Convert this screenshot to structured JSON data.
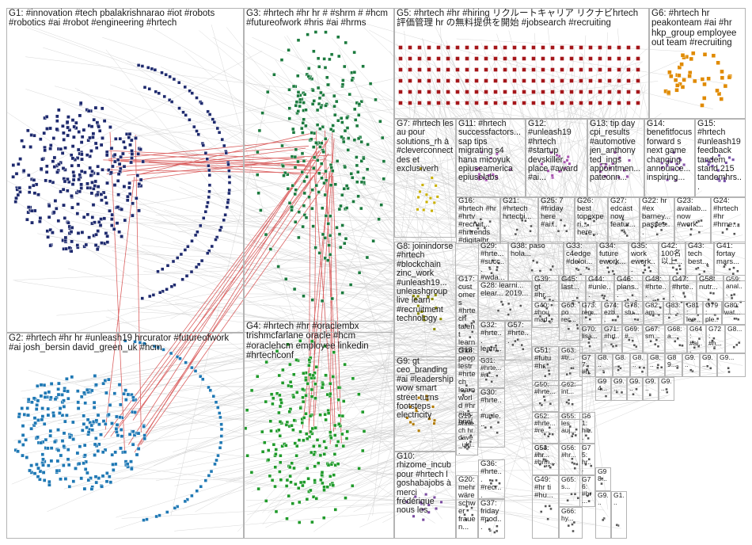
{
  "groups": [
    {
      "id": "G1",
      "label": "G1: #innovation #tech pbalakrishnarao #iot #robots #robotics #ai #robot #engineering #hrtech",
      "color": "#1e2a6e"
    },
    {
      "id": "G2",
      "label": "G2: #hrtech #hr hr #unleash19 hrcurator #futureofwork #ai josh_bersin david_green_uk #hcm",
      "color": "#1f78b4"
    },
    {
      "id": "G3",
      "label": "G3: #hrtech #hr hr # #shrm # #hcm #futureofwork #hris #ai #hrms",
      "color": "#1b7a3e"
    },
    {
      "id": "G4",
      "label": "G4: #hrtech #hr #oraclembx trishmcfarlane oracle #hcm #oraclehcm employee linkedin #hrtechconf",
      "color": "#1f9a2a"
    },
    {
      "id": "G5",
      "label": "G5: #hrtech #hr #hiring リクルートキャリア リクナビhrtech 評価管理 hr の無料提供を開始 #jobsearch #recruiting",
      "color": "#a4161a"
    },
    {
      "id": "G6",
      "label": "G6: #hrtech hr peakonteam #ai #hr hkp_group employee out team #recruiting",
      "color": "#e08a00"
    },
    {
      "id": "G7",
      "label": "G7: #hrtech les au pour solutions_rh à #cleverconnect des et exclusiverh",
      "color": "#c9b000"
    },
    {
      "id": "G8",
      "label": "G8: joinindorse #hrtech #blockchain zinc_work #unleash19... unleashgroup live learn #recruitment technology",
      "color": "#8c8c00"
    },
    {
      "id": "G9",
      "label": "G9: gt ceo_branding #ai #leadership wow smart street turns footsteps electricity",
      "color": "#b07a00"
    },
    {
      "id": "G10",
      "label": "G10: rhizome_incub pour #hrtech l goshabajobs à merci frédérique nous les",
      "color": "#7a4aa0"
    },
    {
      "id": "G11",
      "label": "G11: #hrtech successfactors... sap tips migrating s4 hana micoyuk epiuseamerica epiuselabs",
      "color": "#b565c0"
    },
    {
      "id": "G12",
      "label": "G12: #unleash19 #hrtech #startup devskiller place #award #ai...",
      "color": "#a855b0"
    },
    {
      "id": "G13",
      "label": "G13: tip day cpi_results #automotive jen_anthony ted_ings appointmen... pateonn...",
      "color": "#9a55aa"
    },
    {
      "id": "G14",
      "label": "G14: benefitfocus forward s next game changing announce... inspiring...",
      "color": "#8855aa"
    },
    {
      "id": "G15",
      "label": "G15: #hrtech #unleash19 feedback tandem stand 215 tandemhrs...",
      "color": "#7a55aa"
    },
    {
      "id": "G16",
      "label": "G16: #hrtech #hr #hrtv #recruit... #hrtrends #digitalhr hrtechval...",
      "color": "#888"
    },
    {
      "id": "G17",
      "label": "G17: customers #hrtech talent learn choice...",
      "color": "#888"
    },
    {
      "id": "G18",
      "label": "G18: peoplestr #hrtech learn world #hr #technol...",
      "color": "#888"
    },
    {
      "id": "G19",
      "label": "G19: #hrtech hr dave_ulri... hrtechkn... amcdonn...",
      "color": "#888"
    },
    {
      "id": "G20",
      "label": "G20: mehr wäre schwer frauen...",
      "color": "#888"
    },
    {
      "id": "G21",
      "label": "G21: #hrtech hrtechi...",
      "color": "#888"
    },
    {
      "id": "G22",
      "label": "G22: hr #ex barney... passes...",
      "color": "#888"
    },
    {
      "id": "G23",
      "label": "G23: availab... now #work...",
      "color": "#888"
    },
    {
      "id": "G24",
      "label": "G24: #hrtech #hr #hrne...",
      "color": "#888"
    },
    {
      "id": "G25",
      "label": "G25: 7 #friday here #ai...",
      "color": "#888"
    },
    {
      "id": "G26",
      "label": "G26: best topexperi... here...",
      "color": "#888"
    },
    {
      "id": "G27",
      "label": "G27: edcast now featur...",
      "color": "#888"
    },
    {
      "id": "G28",
      "label": "G28: learni... elear... 2019...",
      "color": "#888"
    },
    {
      "id": "G29",
      "label": "G29: #hrte... #succ... #wda...",
      "color": "#888"
    },
    {
      "id": "G30",
      "label": "G30: #hrte... #unle...",
      "color": "#888"
    },
    {
      "id": "G31",
      "label": "G31: #hrte... #rt...",
      "color": "#888"
    },
    {
      "id": "G32",
      "label": "G32: #hrte... learn...",
      "color": "#888"
    },
    {
      "id": "G33",
      "label": "G33: c4edge #deloi...",
      "color": "#888"
    },
    {
      "id": "G34",
      "label": "G34: future ework...",
      "color": "#888"
    },
    {
      "id": "G35",
      "label": "G35: work ework...",
      "color": "#888"
    },
    {
      "id": "G36",
      "label": "G36: #hrte... #recr...",
      "color": "#888"
    },
    {
      "id": "G37",
      "label": "G37: friday #pod...",
      "color": "#888"
    },
    {
      "id": "G38",
      "label": "G38: paso hola...",
      "color": "#888"
    },
    {
      "id": "G39",
      "label": "G39: gt #hr...",
      "color": "#888"
    },
    {
      "id": "G40",
      "label": "G40: #hou mad...",
      "color": "#888"
    },
    {
      "id": "G41",
      "label": "G41: fortay mars...",
      "color": "#888"
    },
    {
      "id": "G42",
      "label": "G42: 100名 以上...",
      "color": "#888"
    },
    {
      "id": "G43",
      "label": "G43: tech best...",
      "color": "#888"
    },
    {
      "id": "G44",
      "label": "G44: #unle...",
      "color": "#888"
    },
    {
      "id": "G45",
      "label": "G45: last...",
      "color": "#888"
    },
    {
      "id": "G46",
      "label": "G46: plans...",
      "color": "#888"
    },
    {
      "id": "G47",
      "label": "G47: #hrte...",
      "color": "#888"
    },
    {
      "id": "G48",
      "label": "G48: #hrte...",
      "color": "#888"
    },
    {
      "id": "G49",
      "label": "G49: #hr ti #hu...",
      "color": "#888"
    },
    {
      "id": "G50",
      "label": "G50: #hrte...",
      "color": "#888"
    },
    {
      "id": "G51",
      "label": "G51: #futu #hr...",
      "color": "#888"
    },
    {
      "id": "G52",
      "label": "G52: #hrte... #re...",
      "color": "#888"
    },
    {
      "id": "G53",
      "label": "G53: #hr...",
      "color": "#888"
    },
    {
      "id": "G54",
      "label": "G54: #hr #hrm...",
      "color": "#888"
    },
    {
      "id": "G55",
      "label": "G55: les auj...",
      "color": "#888"
    },
    {
      "id": "G56",
      "label": "G56: #hr...",
      "color": "#888"
    },
    {
      "id": "G57",
      "label": "G57: #hrte...",
      "color": "#888"
    },
    {
      "id": "G58",
      "label": "G58: nutr...",
      "color": "#888"
    },
    {
      "id": "G59",
      "label": "G59: anal...",
      "color": "#888"
    },
    {
      "id": "G60",
      "label": "G60: po rec...",
      "color": "#888"
    },
    {
      "id": "G61",
      "label": "G61: hit...",
      "color": "#888"
    },
    {
      "id": "G62",
      "label": "G62: int...",
      "color": "#888"
    },
    {
      "id": "G63",
      "label": "G63: #tr...",
      "color": "#888"
    },
    {
      "id": "G64",
      "label": "G64: #ai...",
      "color": "#888"
    },
    {
      "id": "G65",
      "label": "G65: s...",
      "color": "#888"
    },
    {
      "id": "G66",
      "label": "G66: hy...",
      "color": "#888"
    },
    {
      "id": "G67",
      "label": "G67: sm...",
      "color": "#888"
    },
    {
      "id": "G68",
      "label": "G68: a...",
      "color": "#888"
    },
    {
      "id": "G69",
      "label": "G69: #...",
      "color": "#888"
    },
    {
      "id": "G70",
      "label": "G70: lisa...",
      "color": "#888"
    },
    {
      "id": "G71",
      "label": "G71: #hrt...",
      "color": "#888"
    },
    {
      "id": "G72",
      "label": "G72: #h...",
      "color": "#888"
    },
    {
      "id": "G73",
      "label": "G73: reg...",
      "color": "#888"
    },
    {
      "id": "G74",
      "label": "G74: ezb...",
      "color": "#888"
    },
    {
      "id": "G75",
      "label": "G75: hr...",
      "color": "#888"
    },
    {
      "id": "G76",
      "label": "G76: #hr...",
      "color": "#888"
    },
    {
      "id": "G77",
      "label": "G77: #h...",
      "color": "#888"
    },
    {
      "id": "G78",
      "label": "G78: stu...",
      "color": "#888"
    },
    {
      "id": "G79",
      "label": "G79: ple...",
      "color": "#888"
    },
    {
      "id": "G80",
      "label": "G80: wat...",
      "color": "#888"
    },
    {
      "id": "G81",
      "label": "G81: les...",
      "color": "#888"
    },
    {
      "id": "G82",
      "label": "G82: am...",
      "color": "#888"
    },
    {
      "id": "G83",
      "label": "G83: ...",
      "color": "#888"
    },
    {
      "id": "G84",
      "label": "G8...",
      "color": "#888"
    },
    {
      "id": "G85",
      "label": "G8...",
      "color": "#888"
    },
    {
      "id": "G86",
      "label": "G8...",
      "color": "#888"
    },
    {
      "id": "G87",
      "label": "G8...",
      "color": "#888"
    },
    {
      "id": "G88",
      "label": "G8...",
      "color": "#888"
    },
    {
      "id": "G89",
      "label": "G89...",
      "color": "#888"
    },
    {
      "id": "G90",
      "label": "G9...",
      "color": "#888"
    },
    {
      "id": "G91",
      "label": "G9...",
      "color": "#888"
    },
    {
      "id": "G92",
      "label": "G9...",
      "color": "#888"
    },
    {
      "id": "G93",
      "label": "G9...",
      "color": "#888"
    },
    {
      "id": "G94",
      "label": "G94...",
      "color": "#888"
    },
    {
      "id": "G95",
      "label": "G9...",
      "color": "#888"
    },
    {
      "id": "G96",
      "label": "G9...",
      "color": "#888"
    },
    {
      "id": "G97",
      "label": "G9...",
      "color": "#888"
    },
    {
      "id": "G98",
      "label": "G98...",
      "color": "#888"
    },
    {
      "id": "G99",
      "label": "G9...",
      "color": "#888"
    },
    {
      "id": "G100",
      "label": "G1...",
      "color": "#888"
    }
  ],
  "colors": {
    "border": "#b4b4b4",
    "edge": "#9a9a9a",
    "edge_red": "#cc1f1f",
    "bg": "#ffffff"
  }
}
